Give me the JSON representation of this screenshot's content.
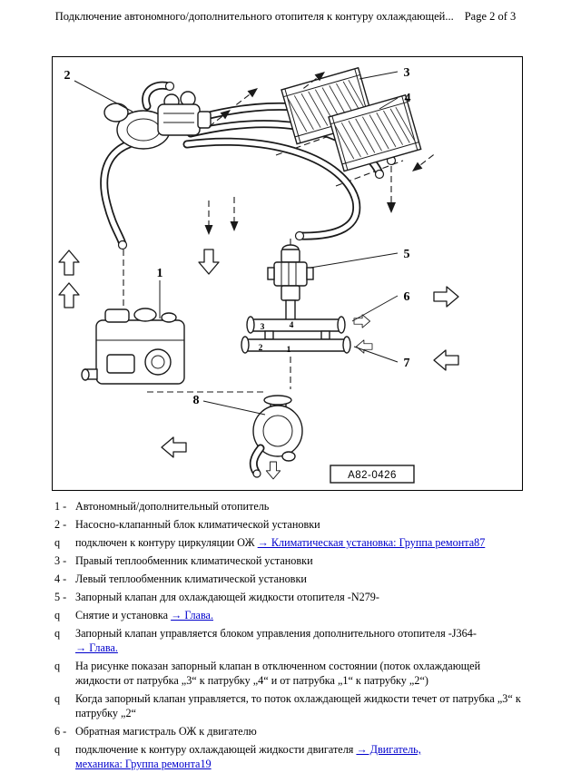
{
  "header": {
    "title": "Подключение автономного/дополнительного отопителя к контуру охлаждающей...",
    "page_label": "Page 2 of 3"
  },
  "diagram": {
    "figure_code": "A82-0426",
    "callouts": {
      "c1": "1",
      "c2": "2",
      "c3": "3",
      "c4": "4",
      "c5": "5",
      "c6": "6",
      "c7": "7",
      "c8": "8"
    },
    "valve_ports": {
      "p1": "1",
      "p2": "2",
      "p3": "3",
      "p4": "4"
    }
  },
  "legend": {
    "items": [
      {
        "marker": "1 -",
        "parts": [
          {
            "t": "Автономный/дополнительный отопитель"
          }
        ]
      },
      {
        "marker": "2 -",
        "parts": [
          {
            "t": "Насосно-клапанный блок климатической установки"
          }
        ]
      },
      {
        "marker": "q",
        "parts": [
          {
            "t": "подключен к контуру циркуляции ОЖ "
          },
          {
            "t": "→ Климатическая установка: Группа ремонта87",
            "link": true
          }
        ]
      },
      {
        "marker": "3 -",
        "parts": [
          {
            "t": "Правый теплообменник климатической установки"
          }
        ]
      },
      {
        "marker": "4 -",
        "parts": [
          {
            "t": "Левый теплообменник климатической установки"
          }
        ]
      },
      {
        "marker": "5 -",
        "parts": [
          {
            "t": "Запорный клапан для охлаждающей жидкости отопителя -N279-"
          }
        ]
      },
      {
        "marker": "q",
        "parts": [
          {
            "t": "Снятие и установка "
          },
          {
            "t": "→ Глава.",
            "link": true
          }
        ]
      },
      {
        "marker": "q",
        "parts": [
          {
            "t": "Запорный клапан управляется блоком управления дополнительного отопителя -J364-"
          },
          {
            "br": true
          },
          {
            "t": "→ Глава.",
            "link": true
          }
        ]
      },
      {
        "marker": "q",
        "parts": [
          {
            "t": "На рисунке показан запорный клапан в отключенном состоянии (поток охлаждающей жидкости от патрубка „3“ к патрубку „4“ и от патрубка „1“ к патрубку „2“)"
          }
        ]
      },
      {
        "marker": "q",
        "parts": [
          {
            "t": "Когда запорный клапан управляется, то поток охлаждающей жидкости течет от патрубка „3“ к патрубку „2“"
          }
        ]
      },
      {
        "marker": "6 -",
        "parts": [
          {
            "t": "Обратная магистраль ОЖ к двигателю"
          }
        ]
      },
      {
        "marker": "q",
        "parts": [
          {
            "t": "подключение к контуру охлаждающей жидкости двигателя "
          },
          {
            "t": "→ Двигатель,",
            "link": true
          },
          {
            "br": true
          },
          {
            "t": "механика: Группа ремонта19",
            "link": true
          }
        ]
      }
    ]
  }
}
